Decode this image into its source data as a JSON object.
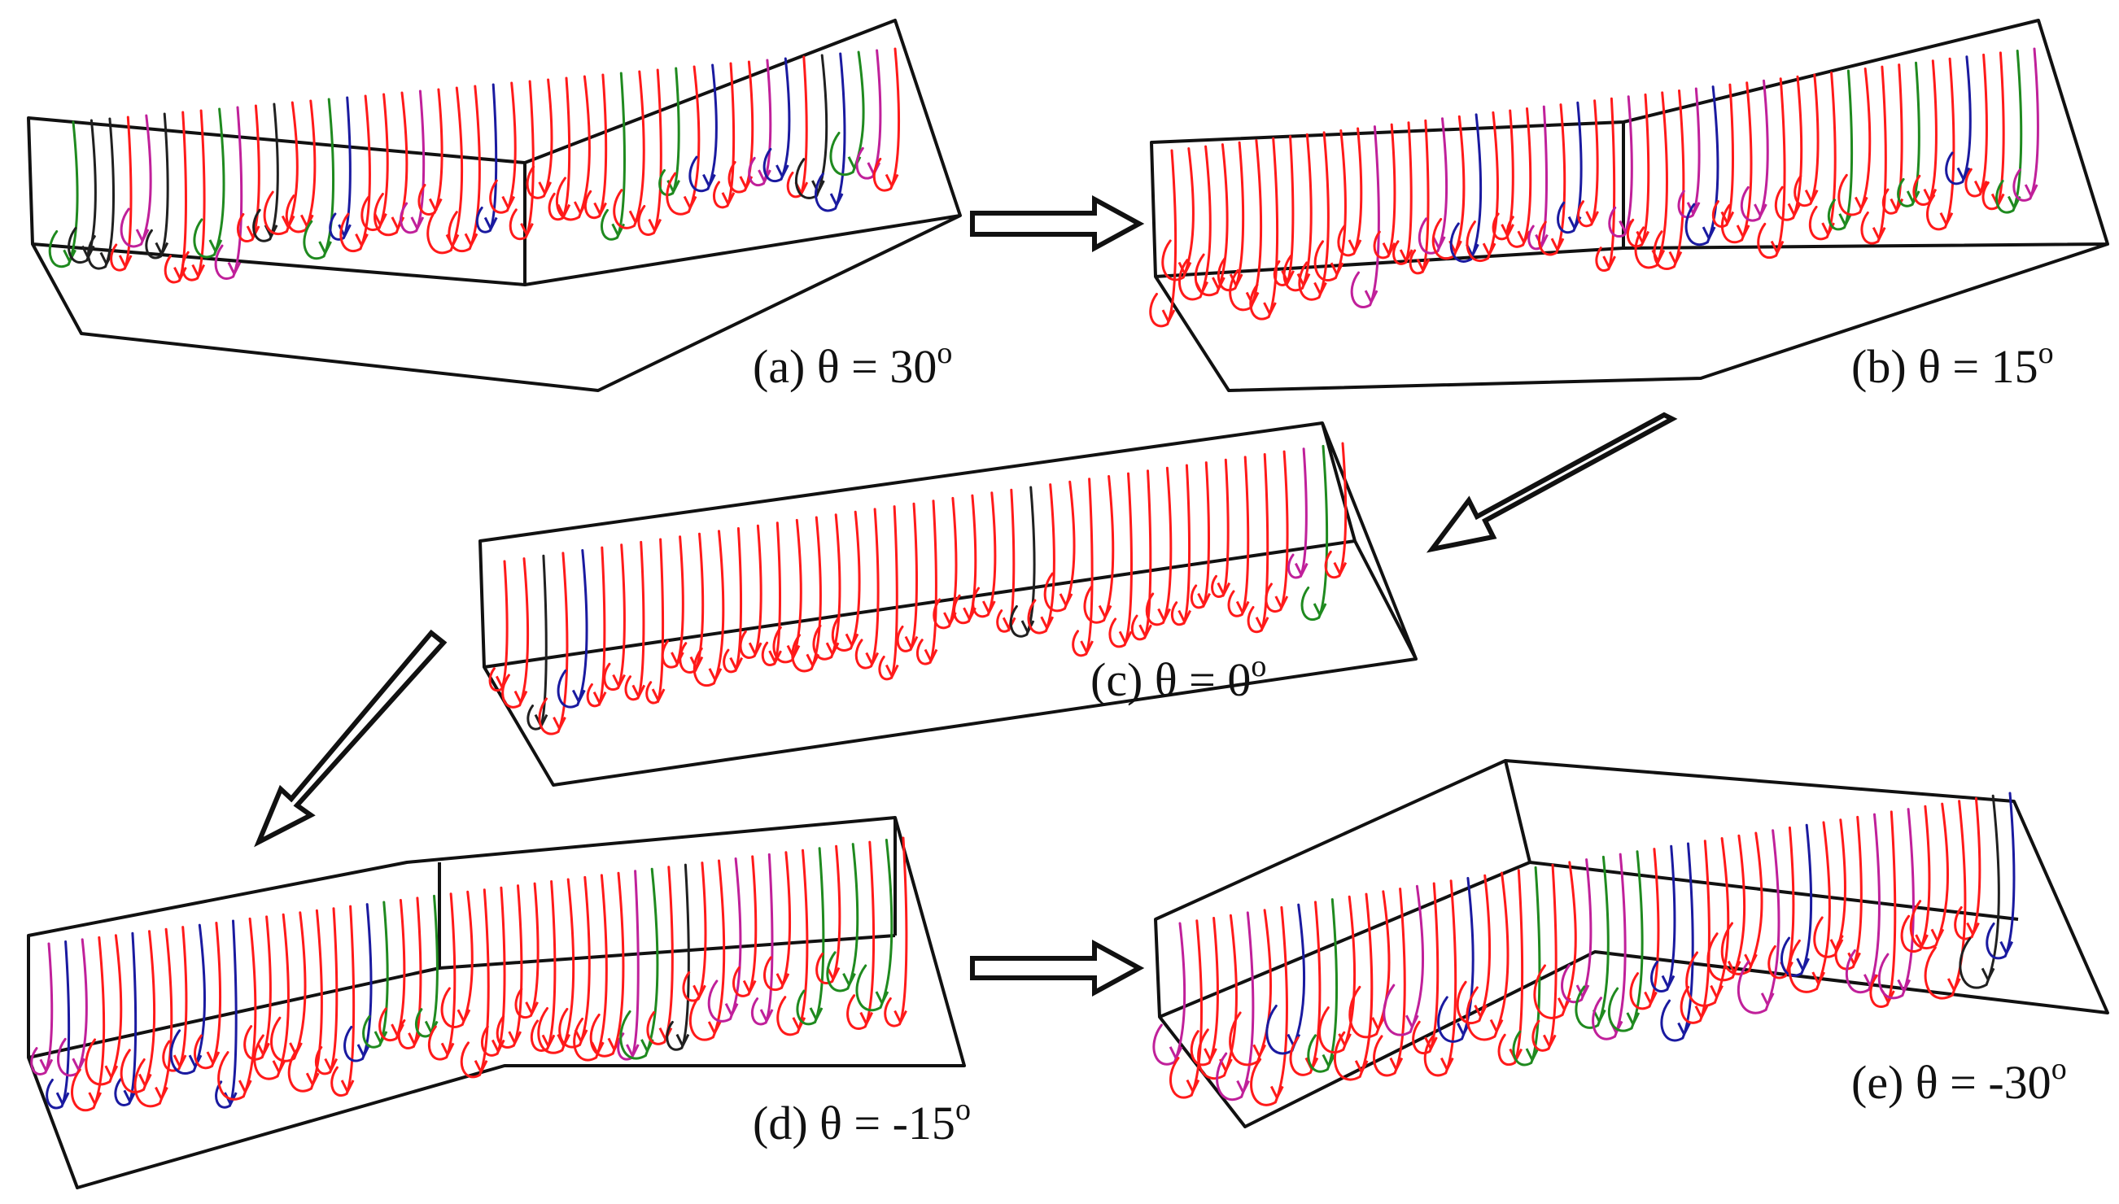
{
  "panels": [
    {
      "id": "a",
      "caption": "(a) θ = 30",
      "sup": "o"
    },
    {
      "id": "b",
      "caption": "(b) θ = 15",
      "sup": "o"
    },
    {
      "id": "c",
      "caption": "(c) θ = 0",
      "sup": "o"
    },
    {
      "id": "d",
      "caption": "(d) θ = -15",
      "sup": "o"
    },
    {
      "id": "e",
      "caption": "(e) θ = -30",
      "sup": "o"
    }
  ],
  "colors": {
    "streamline_primary": "#ff1a1a",
    "streamline_green": "#1f8a1f",
    "streamline_blue": "#1a1aa0",
    "streamline_magenta": "#c0209a",
    "streamline_dark": "#202020",
    "outline": "#111111"
  },
  "icons": [
    "right-hollow-arrow",
    "down-left-hollow-arrow"
  ]
}
